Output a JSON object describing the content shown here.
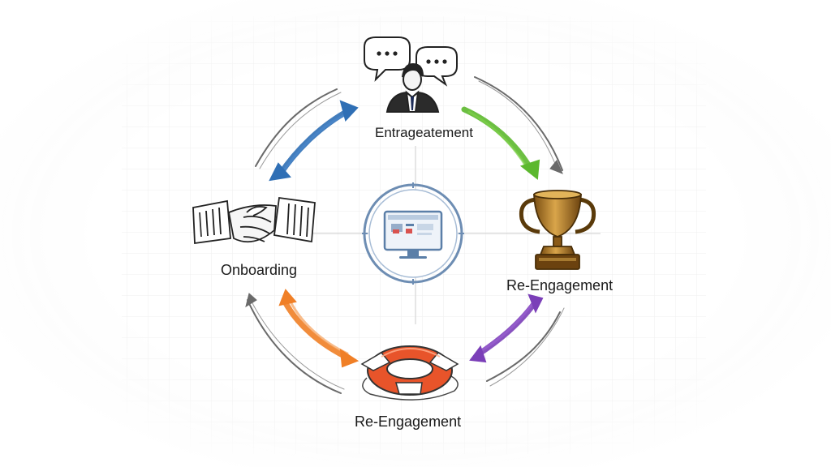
{
  "stages": {
    "top": {
      "label": "Entrageatement",
      "icon": "businessman-speech-bubbles-icon"
    },
    "right": {
      "label": "Re-Engagement",
      "icon": "trophy-icon"
    },
    "bottom": {
      "label": "Re-Engagement",
      "icon": "lifebuoy-icon"
    },
    "left": {
      "label": "Onboarding",
      "icon": "handshake-icon"
    }
  },
  "center": {
    "icon": "computer-monitor-icon"
  },
  "arrows": [
    {
      "from": "left",
      "to": "top",
      "color": "#2f6fb5",
      "style": "double-headed"
    },
    {
      "from": "top",
      "to": "right",
      "color": "#5cb82e",
      "style": "single-headed"
    },
    {
      "from": "right",
      "to": "bottom",
      "color": "#7b3fb8",
      "style": "double-headed"
    },
    {
      "from": "bottom",
      "to": "left",
      "color": "#f07f26",
      "style": "double-headed"
    }
  ],
  "colors": {
    "grid": "#eaeaea",
    "sketch": "#555555",
    "monitor": "#5b7fa8",
    "trophy": "#b07a2a",
    "lifebuoy": "#e8542a"
  }
}
